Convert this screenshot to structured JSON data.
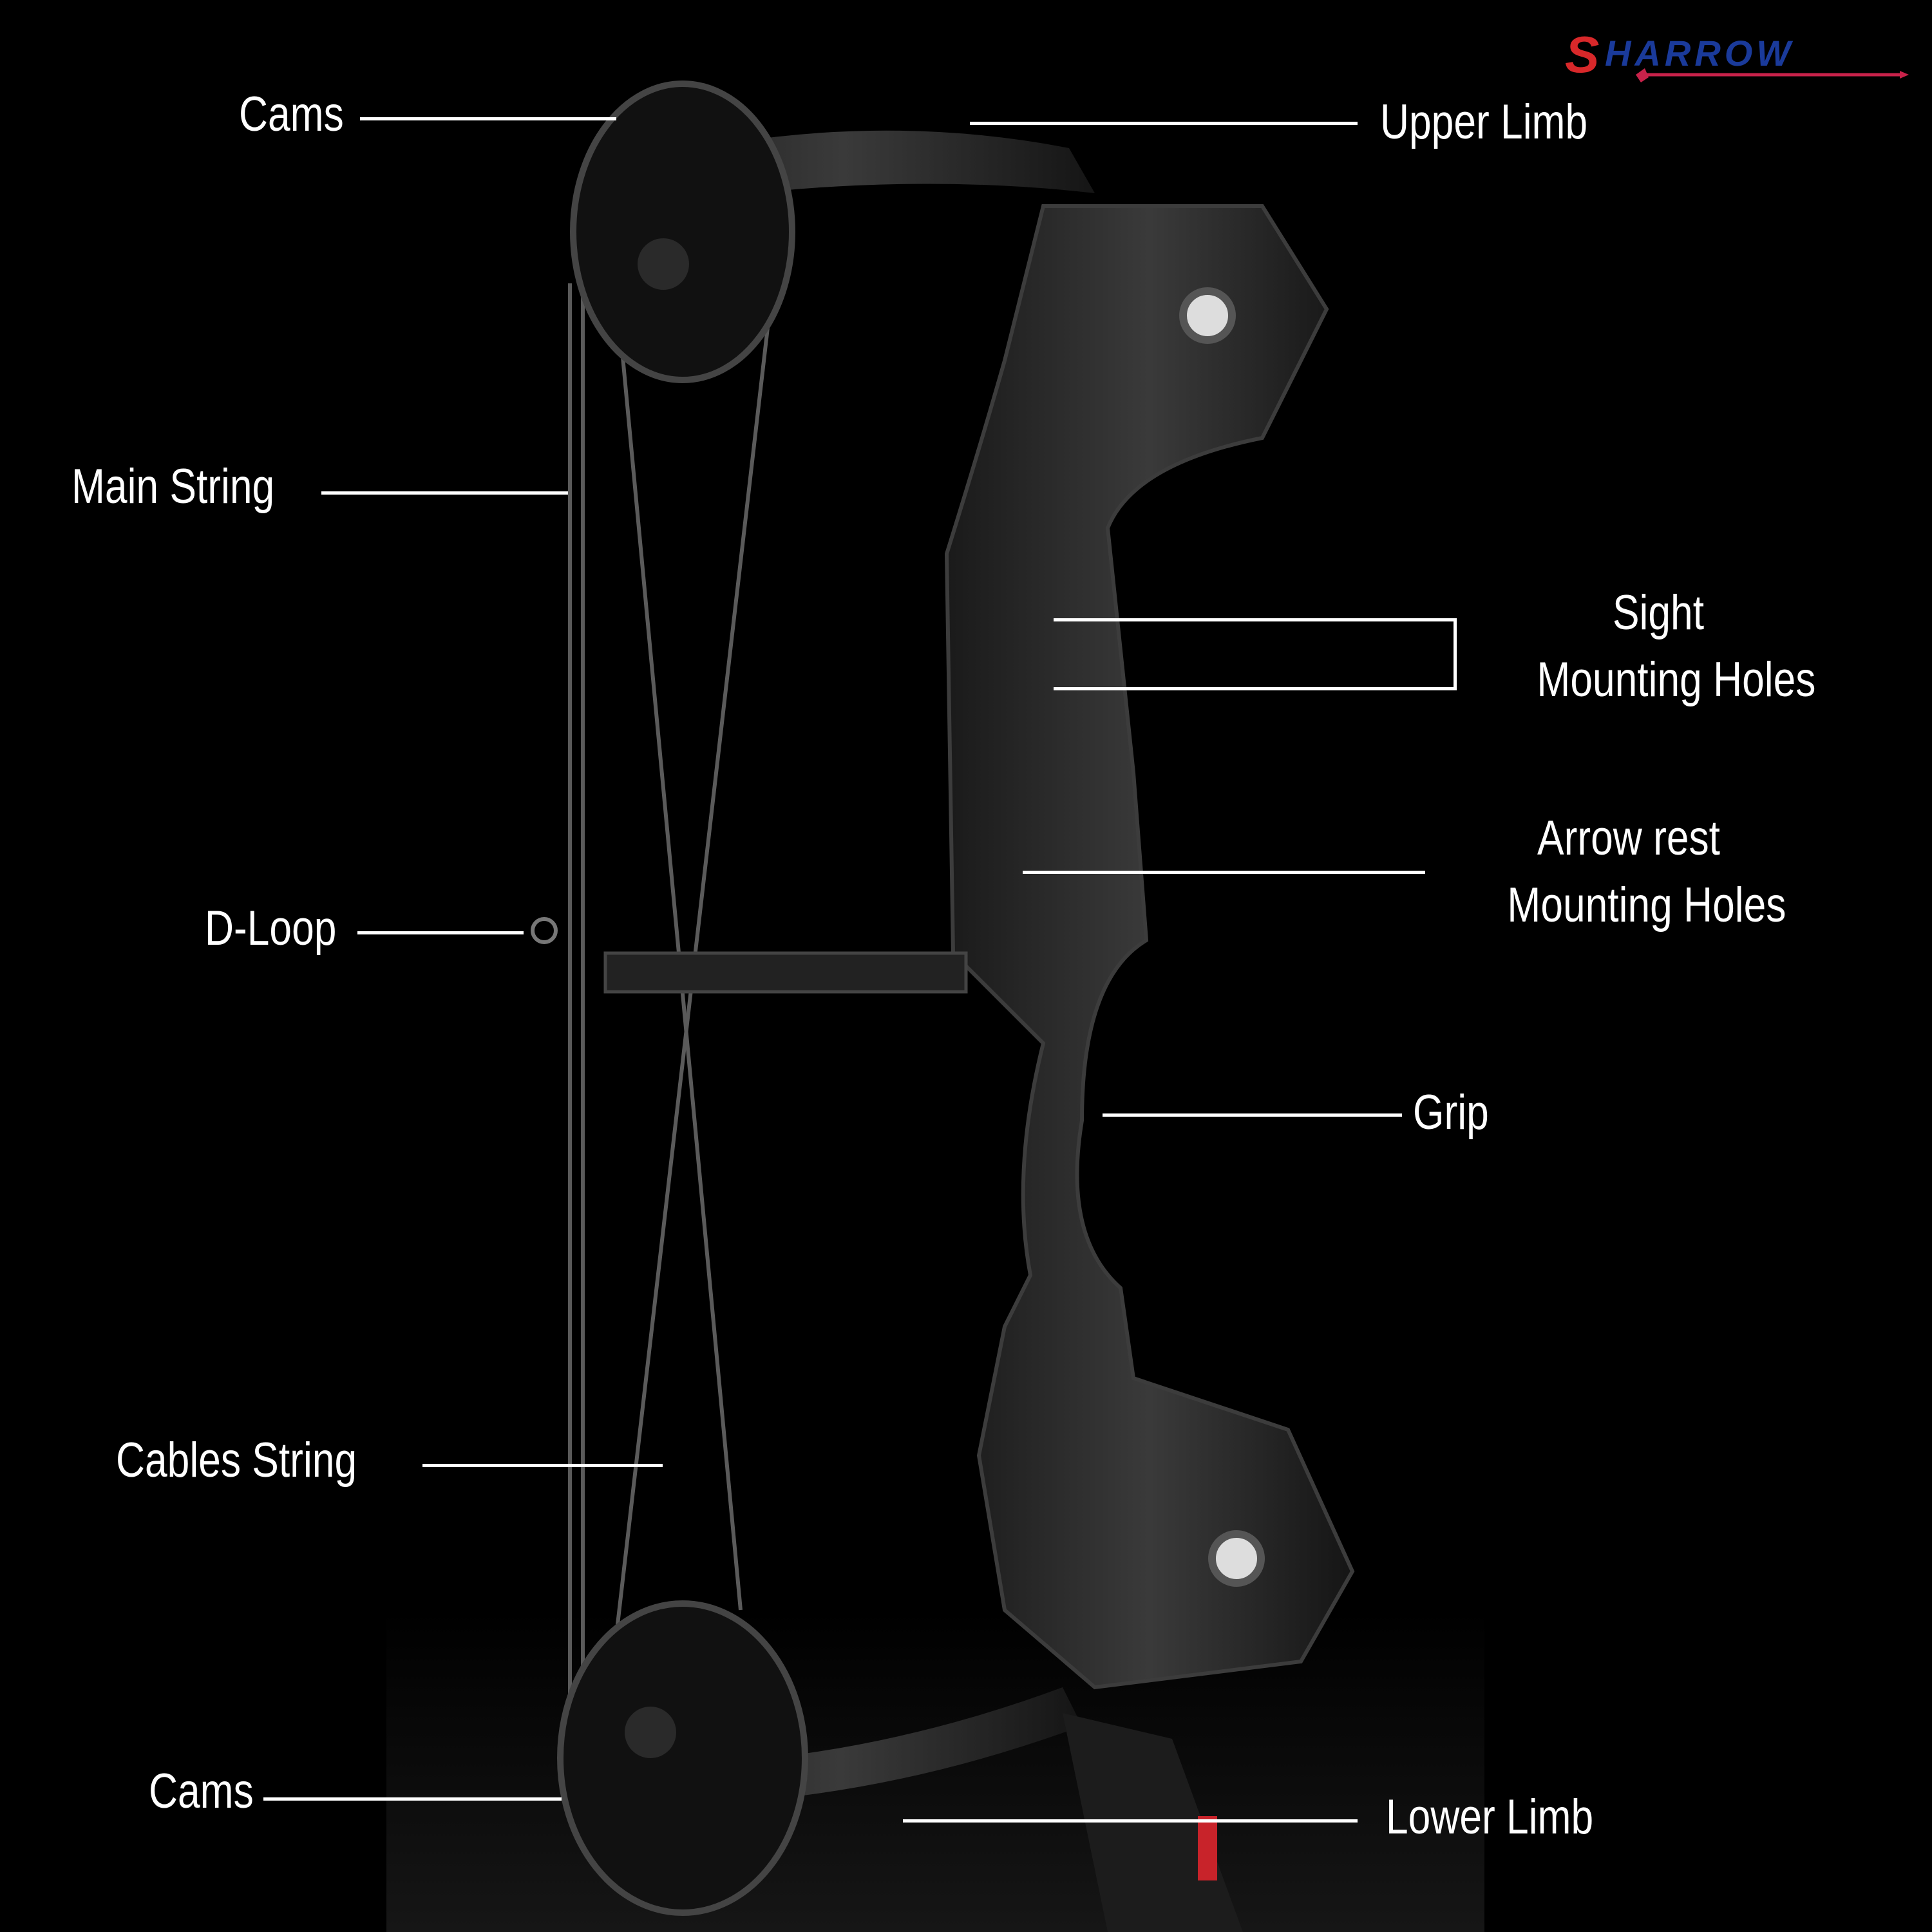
{
  "brand": {
    "logo_text": "SHARROW",
    "colors": {
      "red": "#d8282a",
      "blue": "#1a3a9a"
    }
  },
  "labels": {
    "cams_top": "Cams",
    "upper_limb": "Upper Limb",
    "main_string": "Main String",
    "sight_line1": "Sight",
    "sight_line2": "Mounting Holes",
    "arrow_rest_line1": "Arrow rest",
    "arrow_rest_line2": "Mounting Holes",
    "d_loop": "D-Loop",
    "grip": "Grip",
    "cables_string": "Cables String",
    "cams_bottom": "Cams",
    "lower_limb": "Lower Limb"
  }
}
